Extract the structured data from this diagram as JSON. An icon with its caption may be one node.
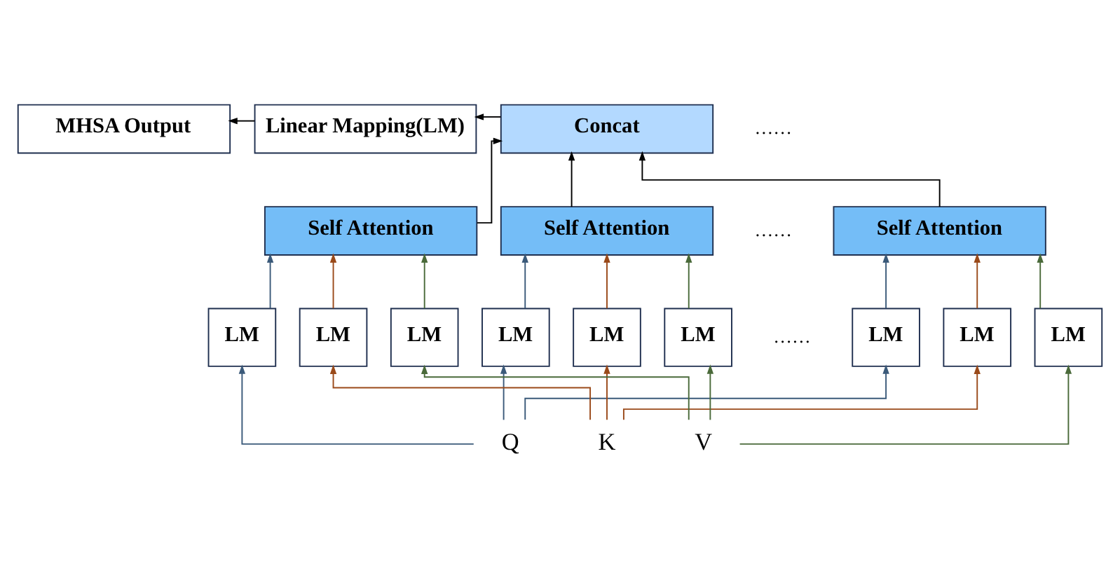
{
  "diagram": {
    "nodes": [
      {
        "text": [
          "MHSA Output"
        ]
      },
      {
        "text": [
          "Linear Mapping(LM)"
        ]
      },
      {
        "text": [
          "Concat"
        ]
      },
      {
        "text": [
          "Self Attention"
        ]
      },
      {
        "text": [
          "Self Attention"
        ]
      },
      {
        "text": [
          "Self Attention"
        ]
      },
      {
        "text": [
          "LM"
        ]
      },
      {
        "text": [
          "LM"
        ]
      },
      {
        "text": [
          "LM"
        ]
      },
      {
        "text": [
          "LM"
        ]
      },
      {
        "text": [
          "LM"
        ]
      },
      {
        "text": [
          "LM"
        ]
      },
      {
        "text": [
          "LM"
        ]
      },
      {
        "text": [
          "LM"
        ]
      },
      {
        "text": [
          "LM"
        ]
      },
      {
        "text": [
          "Q"
        ]
      },
      {
        "text": [
          "K"
        ]
      },
      {
        "text": [
          "V"
        ]
      }
    ],
    "edges": [
      {
        "from": 2,
        "to": 1,
        "arrow": "to",
        "color": "#000000"
      },
      {
        "from": 1,
        "to": 0,
        "arrow": "to",
        "color": "#000000"
      },
      {
        "from": 3,
        "to": 2,
        "arrow": "to",
        "color": "#000000"
      },
      {
        "from": 4,
        "to": 2,
        "arrow": "to",
        "color": "#000000"
      },
      {
        "from": 5,
        "to": 2,
        "arrow": "to",
        "color": "#000000"
      },
      {
        "from": 6,
        "to": 3,
        "arrow": "to",
        "color": "#3b5a7a"
      },
      {
        "from": 7,
        "to": 3,
        "arrow": "to",
        "color": "#9a4a1a"
      },
      {
        "from": 8,
        "to": 3,
        "arrow": "to",
        "color": "#4a6a3a"
      },
      {
        "from": 9,
        "to": 4,
        "arrow": "to",
        "color": "#3b5a7a"
      },
      {
        "from": 10,
        "to": 4,
        "arrow": "to",
        "color": "#9a4a1a"
      },
      {
        "from": 11,
        "to": 4,
        "arrow": "to",
        "color": "#4a6a3a"
      },
      {
        "from": 12,
        "to": 5,
        "arrow": "to",
        "color": "#3b5a7a"
      },
      {
        "from": 13,
        "to": 5,
        "arrow": "to",
        "color": "#9a4a1a"
      },
      {
        "from": 14,
        "to": 5,
        "arrow": "to",
        "color": "#4a6a3a"
      },
      {
        "from": 15,
        "to": 6,
        "arrow": "to",
        "color": "#3b5a7a"
      },
      {
        "from": 15,
        "to": 9,
        "arrow": "to",
        "color": "#3b5a7a"
      },
      {
        "from": 15,
        "to": 12,
        "arrow": "to",
        "color": "#3b5a7a"
      },
      {
        "from": 16,
        "to": 7,
        "arrow": "to",
        "color": "#9a4a1a"
      },
      {
        "from": 16,
        "to": 10,
        "arrow": "to",
        "color": "#9a4a1a"
      },
      {
        "from": 16,
        "to": 13,
        "arrow": "to",
        "color": "#9a4a1a"
      },
      {
        "from": 17,
        "to": 8,
        "arrow": "to",
        "color": "#4a6a3a"
      },
      {
        "from": 17,
        "to": 11,
        "arrow": "to",
        "color": "#4a6a3a"
      },
      {
        "from": 17,
        "to": 14,
        "arrow": "to",
        "color": "#4a6a3a"
      }
    ],
    "labels": [
      "……",
      "……",
      "……"
    ]
  }
}
